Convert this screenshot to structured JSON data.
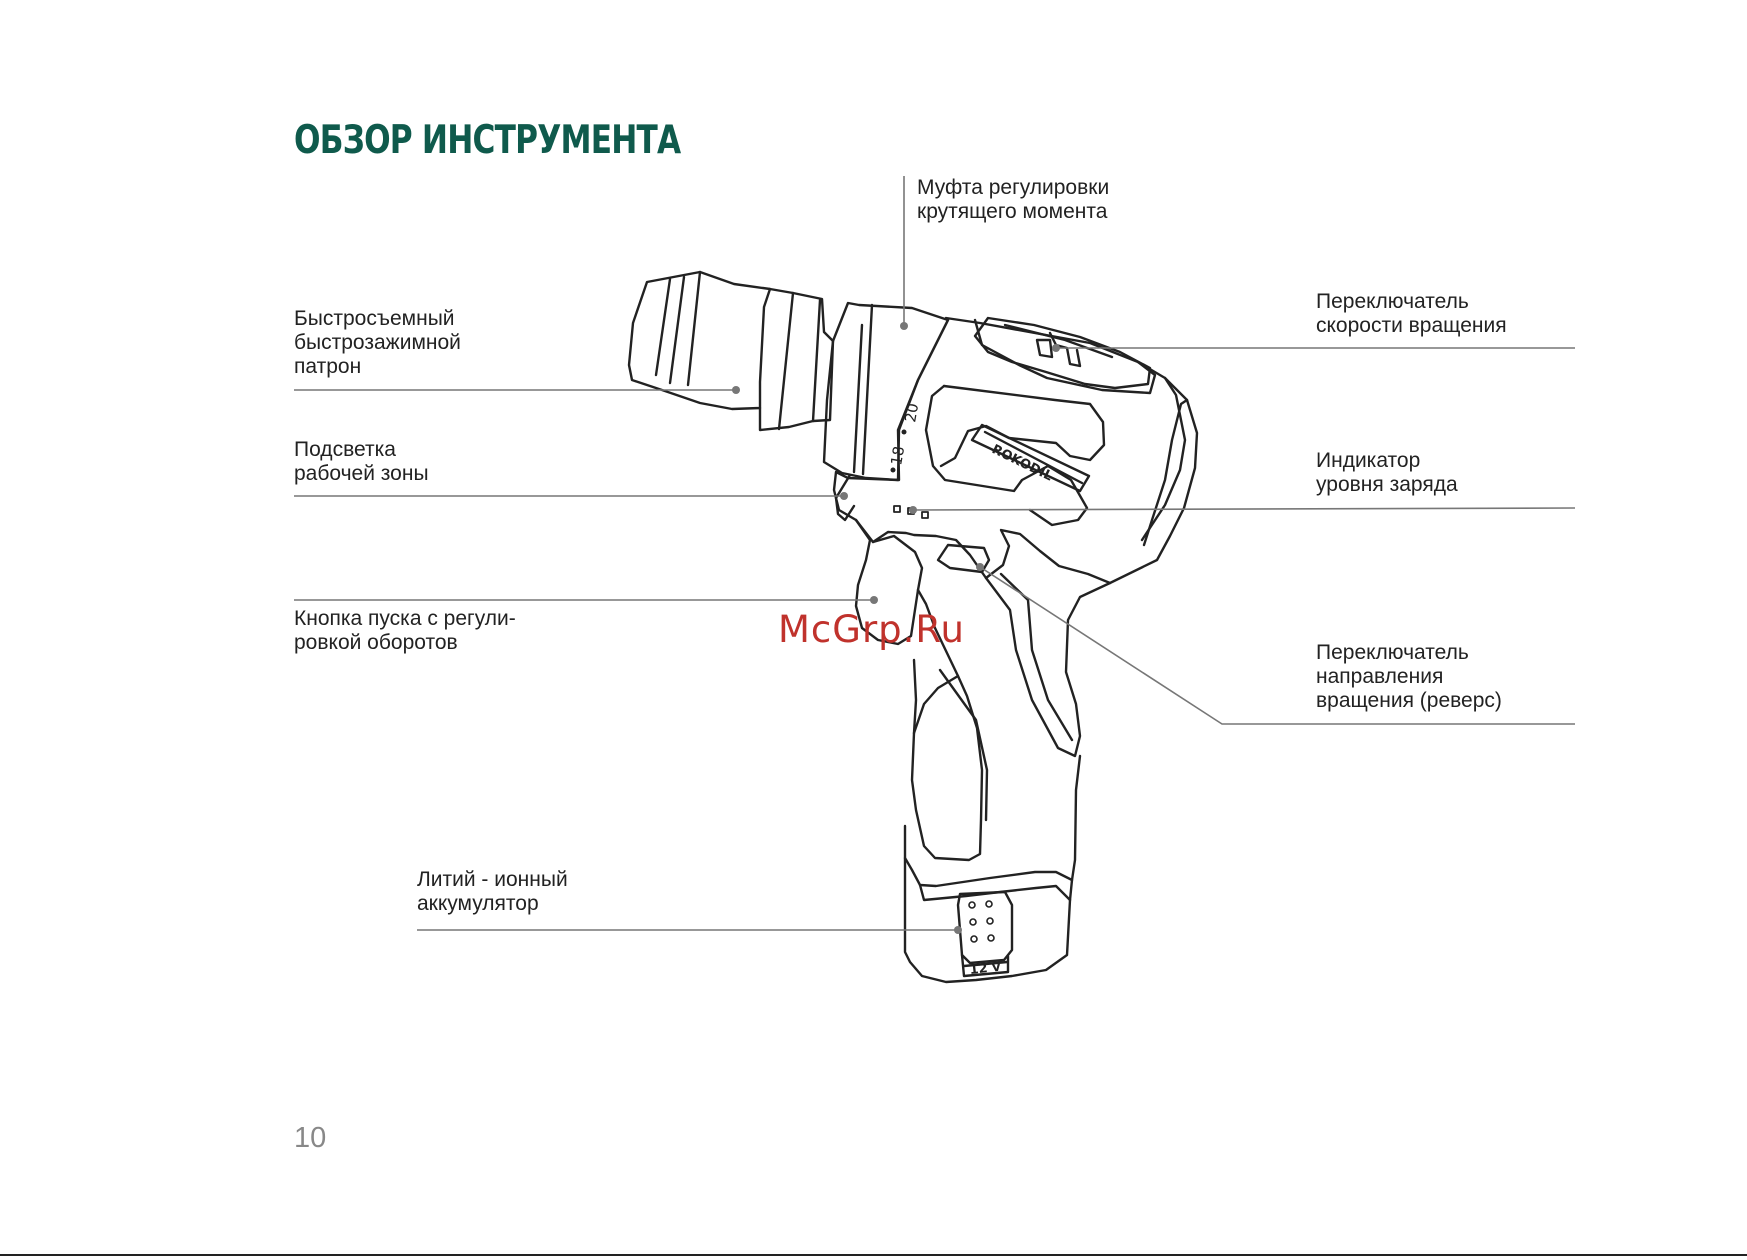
{
  "title": "ОБЗОР ИНСТРУМЕНТА",
  "page_number": "10",
  "watermark": "McGrp.Ru",
  "labels": {
    "chuck": "Быстросъемный\nбыстрозажимной\nпатрон",
    "clutch": "Муфта регулировки\nкрутящего момента",
    "speed_switch": "Переключатель\nскорости вращения",
    "light": "Подсветка\nрабочей зоны",
    "charge_indicator": "Индикатор\nуровня заряда",
    "trigger": "Кнопка пуска с регули-\nровкой оборотов",
    "reverse_switch": "Переключатель\nнаправления\nвращения (реверс)",
    "battery": "Литий - ионный\nаккумулятор"
  },
  "tool_markings": {
    "brand": "ROKODIL",
    "clutch_scale": [
      "18",
      "20"
    ],
    "voltage": "12 v"
  }
}
